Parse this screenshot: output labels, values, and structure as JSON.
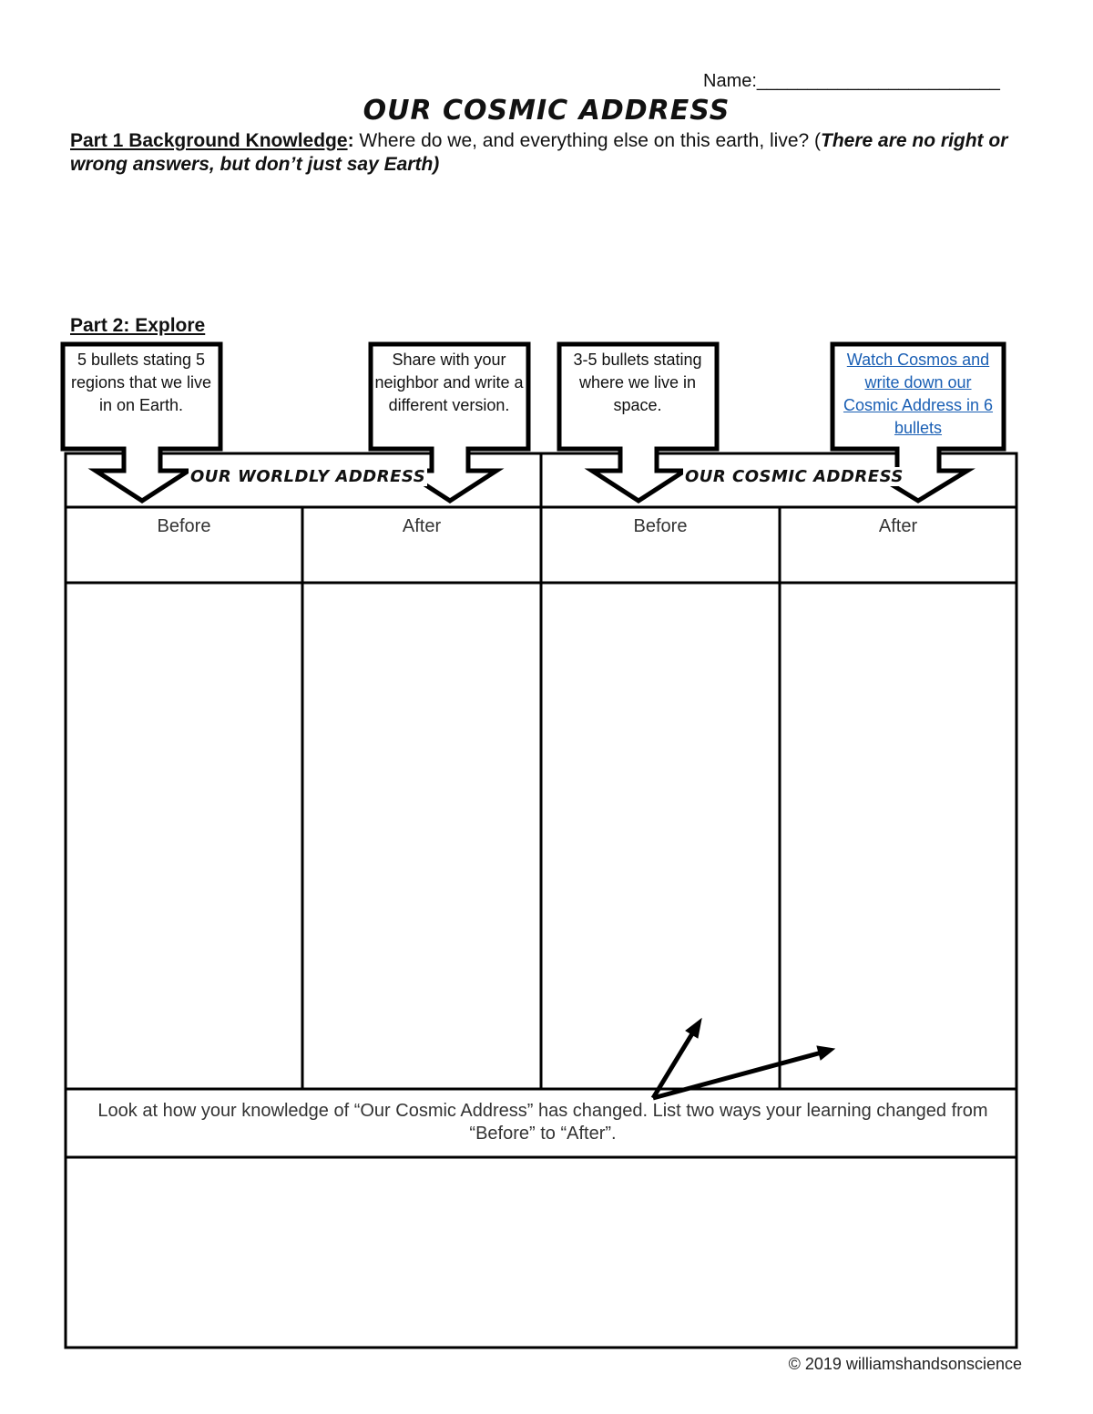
{
  "name_label": "Name:________________________",
  "title": "OUR COSMIC ADDRESS",
  "part1": {
    "label": "Part 1 Background Knowledge",
    "colon": ":",
    "question": " Where do we, and everything else on this earth, live? (",
    "note": "There are no right or wrong answers, but don’t just say Earth)"
  },
  "part2": {
    "label": "Part 2: Explore"
  },
  "callouts": [
    {
      "text": "5 bullets stating 5 regions that we live in on Earth."
    },
    {
      "text": "Share with your neighbor and write a different version."
    },
    {
      "text": "3-5 bullets stating where we live in space."
    },
    {
      "text": "Watch Cosmos and write down our Cosmic Address in 6 bullets"
    }
  ],
  "table": {
    "headers": [
      "OUR WORLDLY ADDRESS",
      "OUR COSMIC ADDRESS"
    ],
    "columns": [
      "Before",
      "After",
      "Before",
      "After"
    ]
  },
  "reflection": "Look at how your knowledge of “Our Cosmic Address” has changed. List two ways your learning changed from “Before” to “After”.",
  "footer": "© 2019 williamshandsonscience"
}
